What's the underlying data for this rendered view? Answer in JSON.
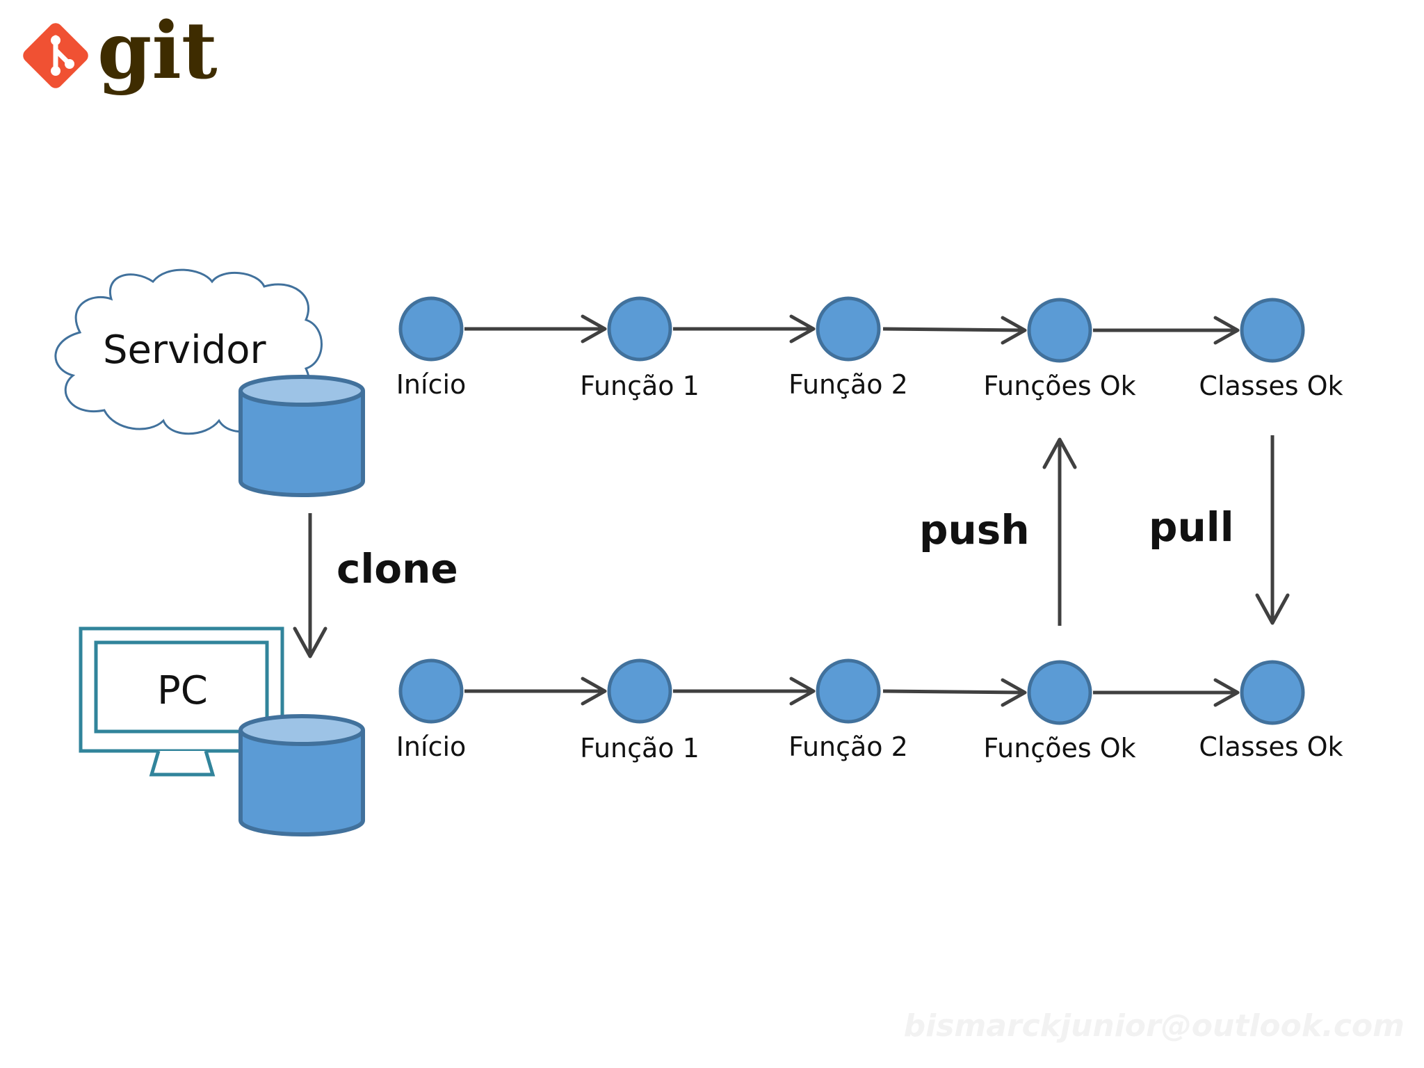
{
  "logo": {
    "text": "git",
    "brand_color": "#f05133",
    "text_color": "#3e2c00"
  },
  "repos": {
    "server": {
      "label": "Servidor",
      "icon": "cloud-icon"
    },
    "pc": {
      "label": "PC",
      "icon": "monitor-icon"
    }
  },
  "branches": {
    "server": {
      "commits": [
        "Início",
        "Função 1",
        "Função 2",
        "Funções Ok",
        "Classes Ok"
      ]
    },
    "pc": {
      "commits": [
        "Início",
        "Função 1",
        "Função 2",
        "Funções Ok",
        "Classes Ok"
      ]
    }
  },
  "operations": {
    "clone": "clone",
    "push": "push",
    "pull": "pull"
  },
  "colors": {
    "commit_fill": "#5b9bd5",
    "commit_stroke": "#41719c",
    "arrow": "#404040",
    "cloud_stroke": "#41719c",
    "monitor_stroke": "#31849b",
    "database_fill": "#5b9bd5",
    "database_top": "#9dc3e6"
  },
  "watermark": "bismarckjunior@outlook.com"
}
